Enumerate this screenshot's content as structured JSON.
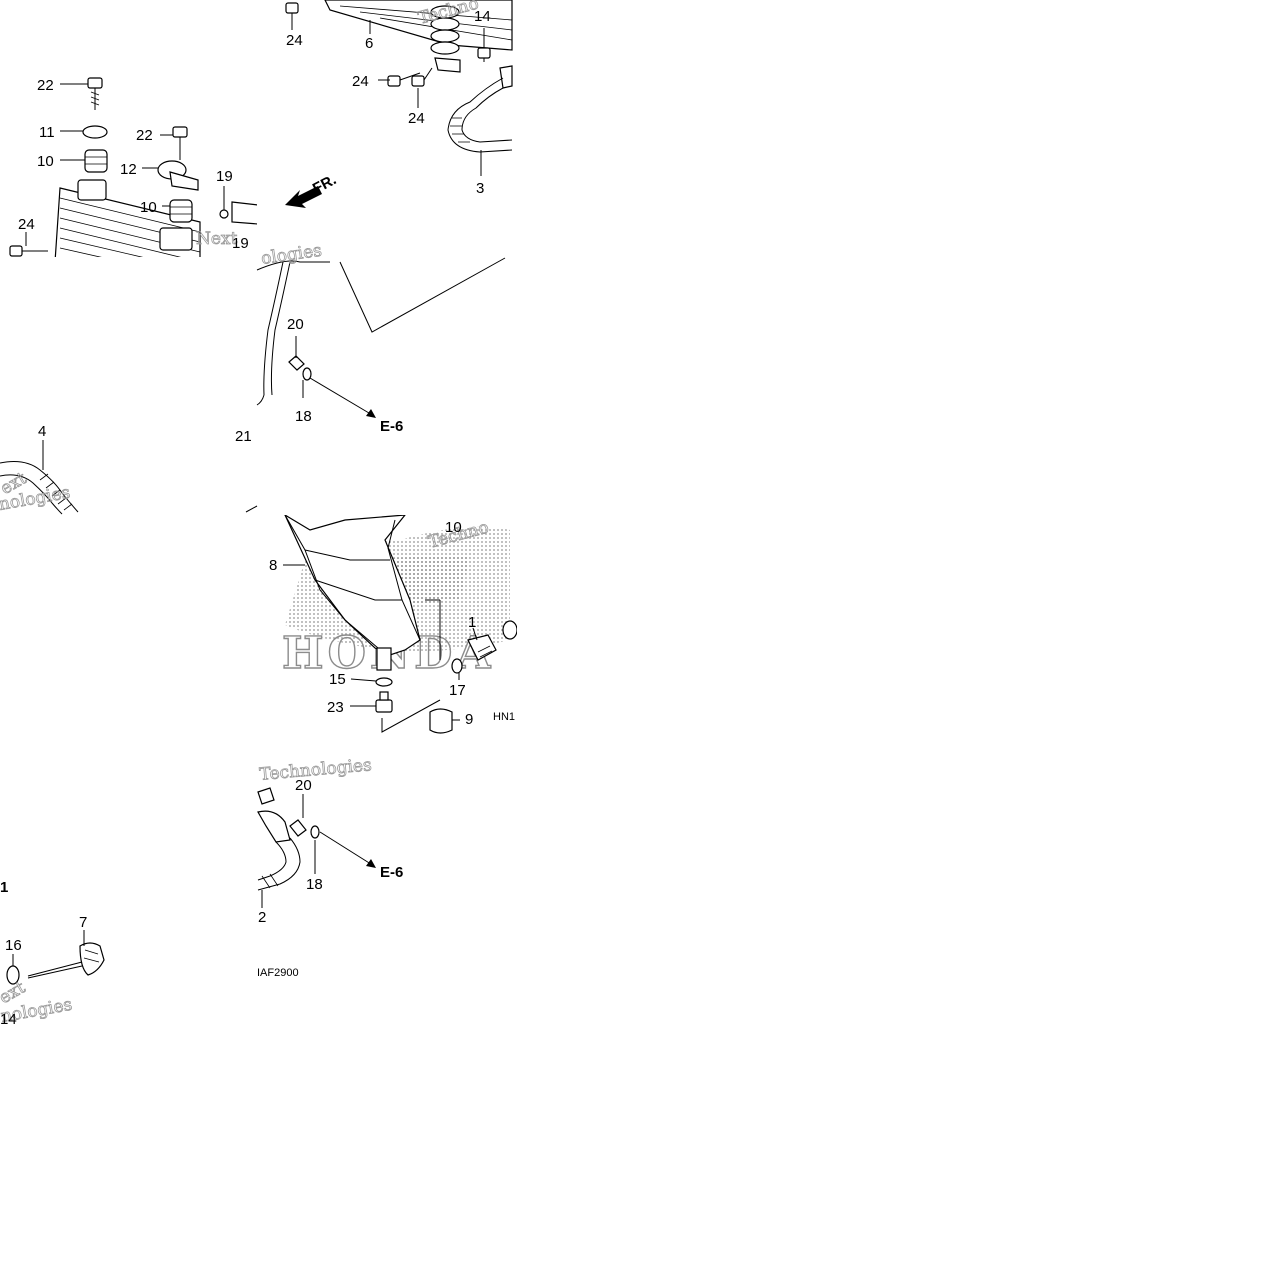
{
  "diagram": {
    "direction_label": "FR.",
    "callouts": [
      {
        "id": "c24a",
        "text": "24"
      },
      {
        "id": "c6",
        "text": "6"
      },
      {
        "id": "c14a",
        "text": "14"
      },
      {
        "id": "c24b",
        "text": "24"
      },
      {
        "id": "c24c",
        "text": "24"
      },
      {
        "id": "c3",
        "text": "3"
      },
      {
        "id": "c22a",
        "text": "22"
      },
      {
        "id": "c11",
        "text": "11"
      },
      {
        "id": "c10a",
        "text": "10"
      },
      {
        "id": "c22b",
        "text": "22"
      },
      {
        "id": "c12",
        "text": "12"
      },
      {
        "id": "c19a",
        "text": "19"
      },
      {
        "id": "c10b",
        "text": "10"
      },
      {
        "id": "c24d",
        "text": "24"
      },
      {
        "id": "c19b",
        "text": "19"
      },
      {
        "id": "c20a",
        "text": "20"
      },
      {
        "id": "c18a",
        "text": "18"
      },
      {
        "id": "c21",
        "text": "21"
      },
      {
        "id": "c4",
        "text": "4"
      },
      {
        "id": "c10c",
        "text": "10"
      },
      {
        "id": "c8",
        "text": "8"
      },
      {
        "id": "c1a",
        "text": "1"
      },
      {
        "id": "c17",
        "text": "17"
      },
      {
        "id": "c15",
        "text": "15"
      },
      {
        "id": "c23",
        "text": "23"
      },
      {
        "id": "c9",
        "text": "9"
      },
      {
        "id": "c20b",
        "text": "20"
      },
      {
        "id": "c18b",
        "text": "18"
      },
      {
        "id": "c1b",
        "text": "1"
      },
      {
        "id": "c2",
        "text": "2"
      },
      {
        "id": "c7",
        "text": "7"
      },
      {
        "id": "c16",
        "text": "16"
      },
      {
        "id": "c14b",
        "text": "14"
      }
    ],
    "references": [
      {
        "id": "e6a",
        "text": "E-6"
      },
      {
        "id": "e6b",
        "text": "E-6"
      }
    ],
    "codes": {
      "hn": "HN1",
      "figure": "IAF2900"
    },
    "watermarks": {
      "next": "Next",
      "technologies": "Technologies",
      "techno_a": "Techno",
      "techno_b": "Techno",
      "ologies": "ologies",
      "nologies_a": "nologies",
      "nologies_b": "nologies",
      "ext_a": "ext",
      "ext_b": "ext"
    },
    "brand_mark": "HONDA",
    "colors": {
      "line": "#000000",
      "watermark": "#9a9a9a",
      "background": "#ffffff"
    }
  }
}
